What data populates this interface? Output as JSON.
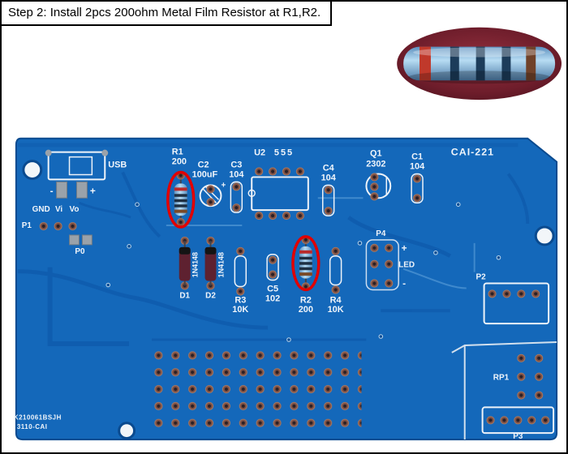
{
  "title": "Step 2: Install 2pcs 200ohm Metal Film Resistor at R1,R2.",
  "colors": {
    "board_blue": "#1468ba",
    "trace_dark_blue": "#0c54a5",
    "silkscreen_white": "#f0f5fb",
    "highlight_red": "#e10000",
    "pad_copper": "#7e5044",
    "inset_maroon": "#6e1d2b",
    "resistor_body_blue": "#a9d2ef"
  },
  "pcb": {
    "labels": {
      "usb": "USB",
      "usb_minus": "-",
      "usb_plus": "+",
      "gnd": "GND",
      "vi": "Vi",
      "vo": "Vo",
      "p1": "P1",
      "p0": "P0",
      "r1": "R1",
      "r1_val": "200",
      "c2": "C2",
      "c2_val": "100uF",
      "c2_plus": "+",
      "c3": "C3",
      "c3_val": "104",
      "u2": "U2",
      "u2_val": "555",
      "c4": "C4",
      "c4_val": "104",
      "q1": "Q1",
      "q1_val": "2302",
      "c1": "C1",
      "c1_val": "104",
      "board_id": "CAI-221",
      "d1": "D1",
      "d1_part": "1N4148",
      "d2": "D2",
      "d2_part": "1N4148",
      "r3": "R3",
      "r3_val": "10K",
      "c5": "C5",
      "c5_val": "102",
      "r2": "R2",
      "r2_val": "200",
      "r4": "R4",
      "r4_val": "10K",
      "p4": "P4",
      "p4_plus": "+",
      "p4_minus": "-",
      "led": "LED",
      "p2": "P2",
      "rp1": "RP1",
      "p3": "P3",
      "serial_line1": "K210061BSJH",
      "serial_line2": "3110-CAI"
    },
    "highlighted_components": [
      "R1",
      "R2"
    ]
  }
}
